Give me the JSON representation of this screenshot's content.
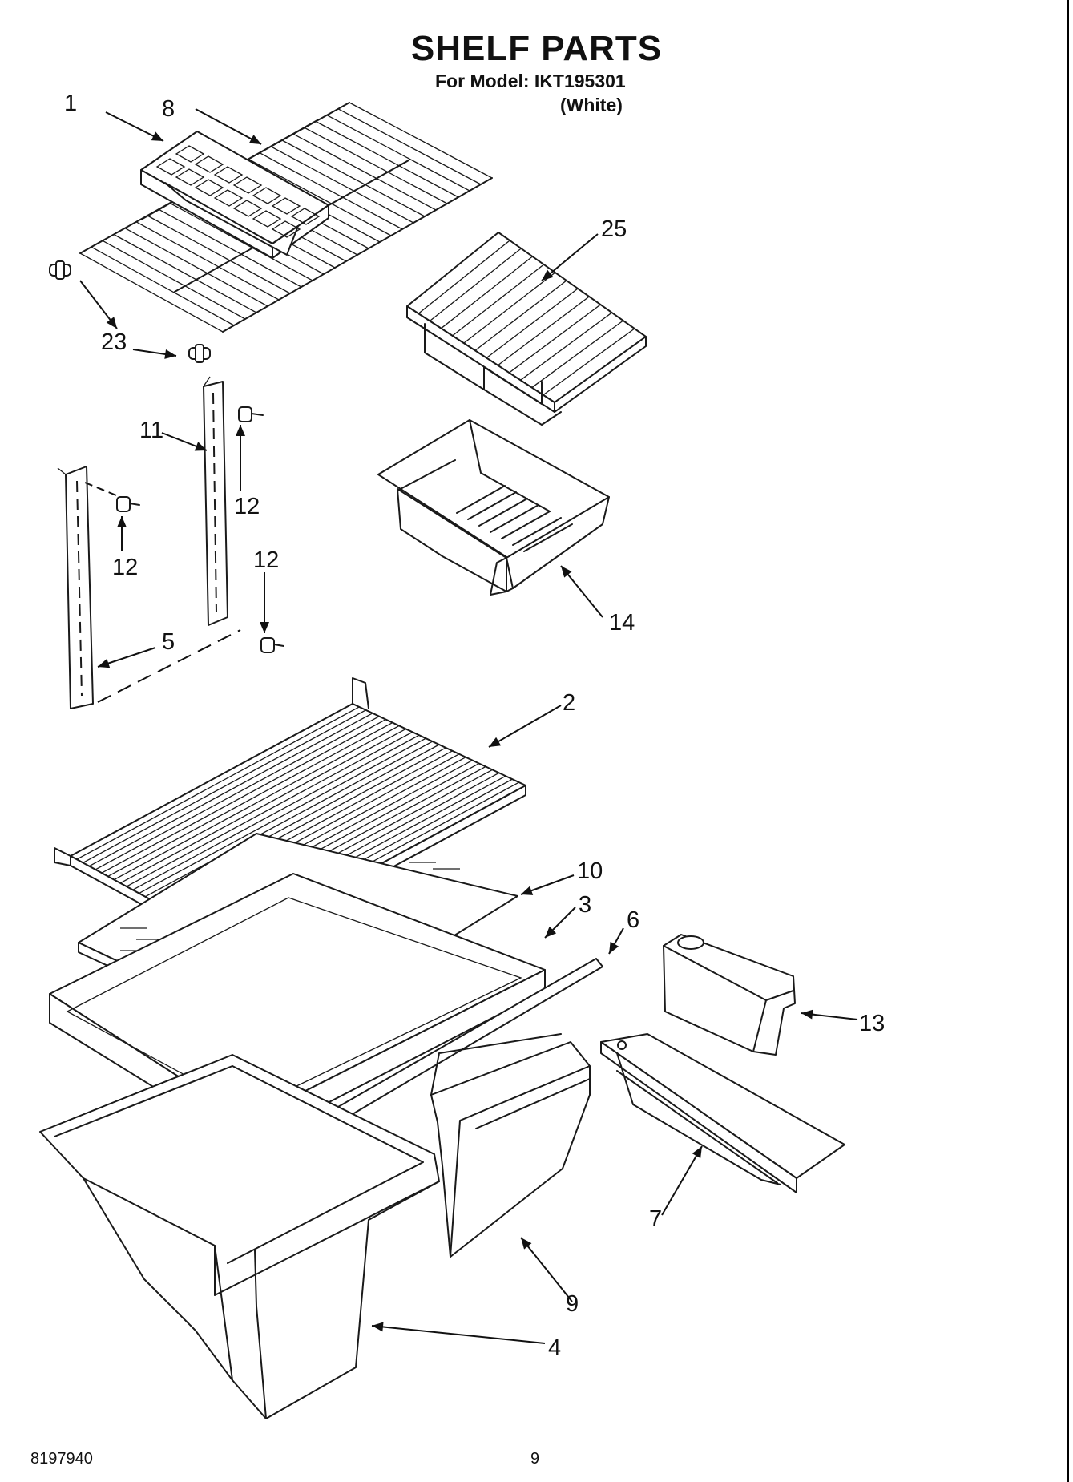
{
  "header": {
    "title": "SHELF PARTS",
    "model_line": "For Model: IKT195301",
    "variant": "(White)"
  },
  "callouts": [
    "1",
    "8",
    "25",
    "23",
    "11",
    "12",
    "12",
    "12",
    "5",
    "14",
    "2",
    "10",
    "3",
    "6",
    "13",
    "7",
    "9",
    "4"
  ],
  "footer": {
    "doc_number": "8197940",
    "page_number": "9"
  }
}
